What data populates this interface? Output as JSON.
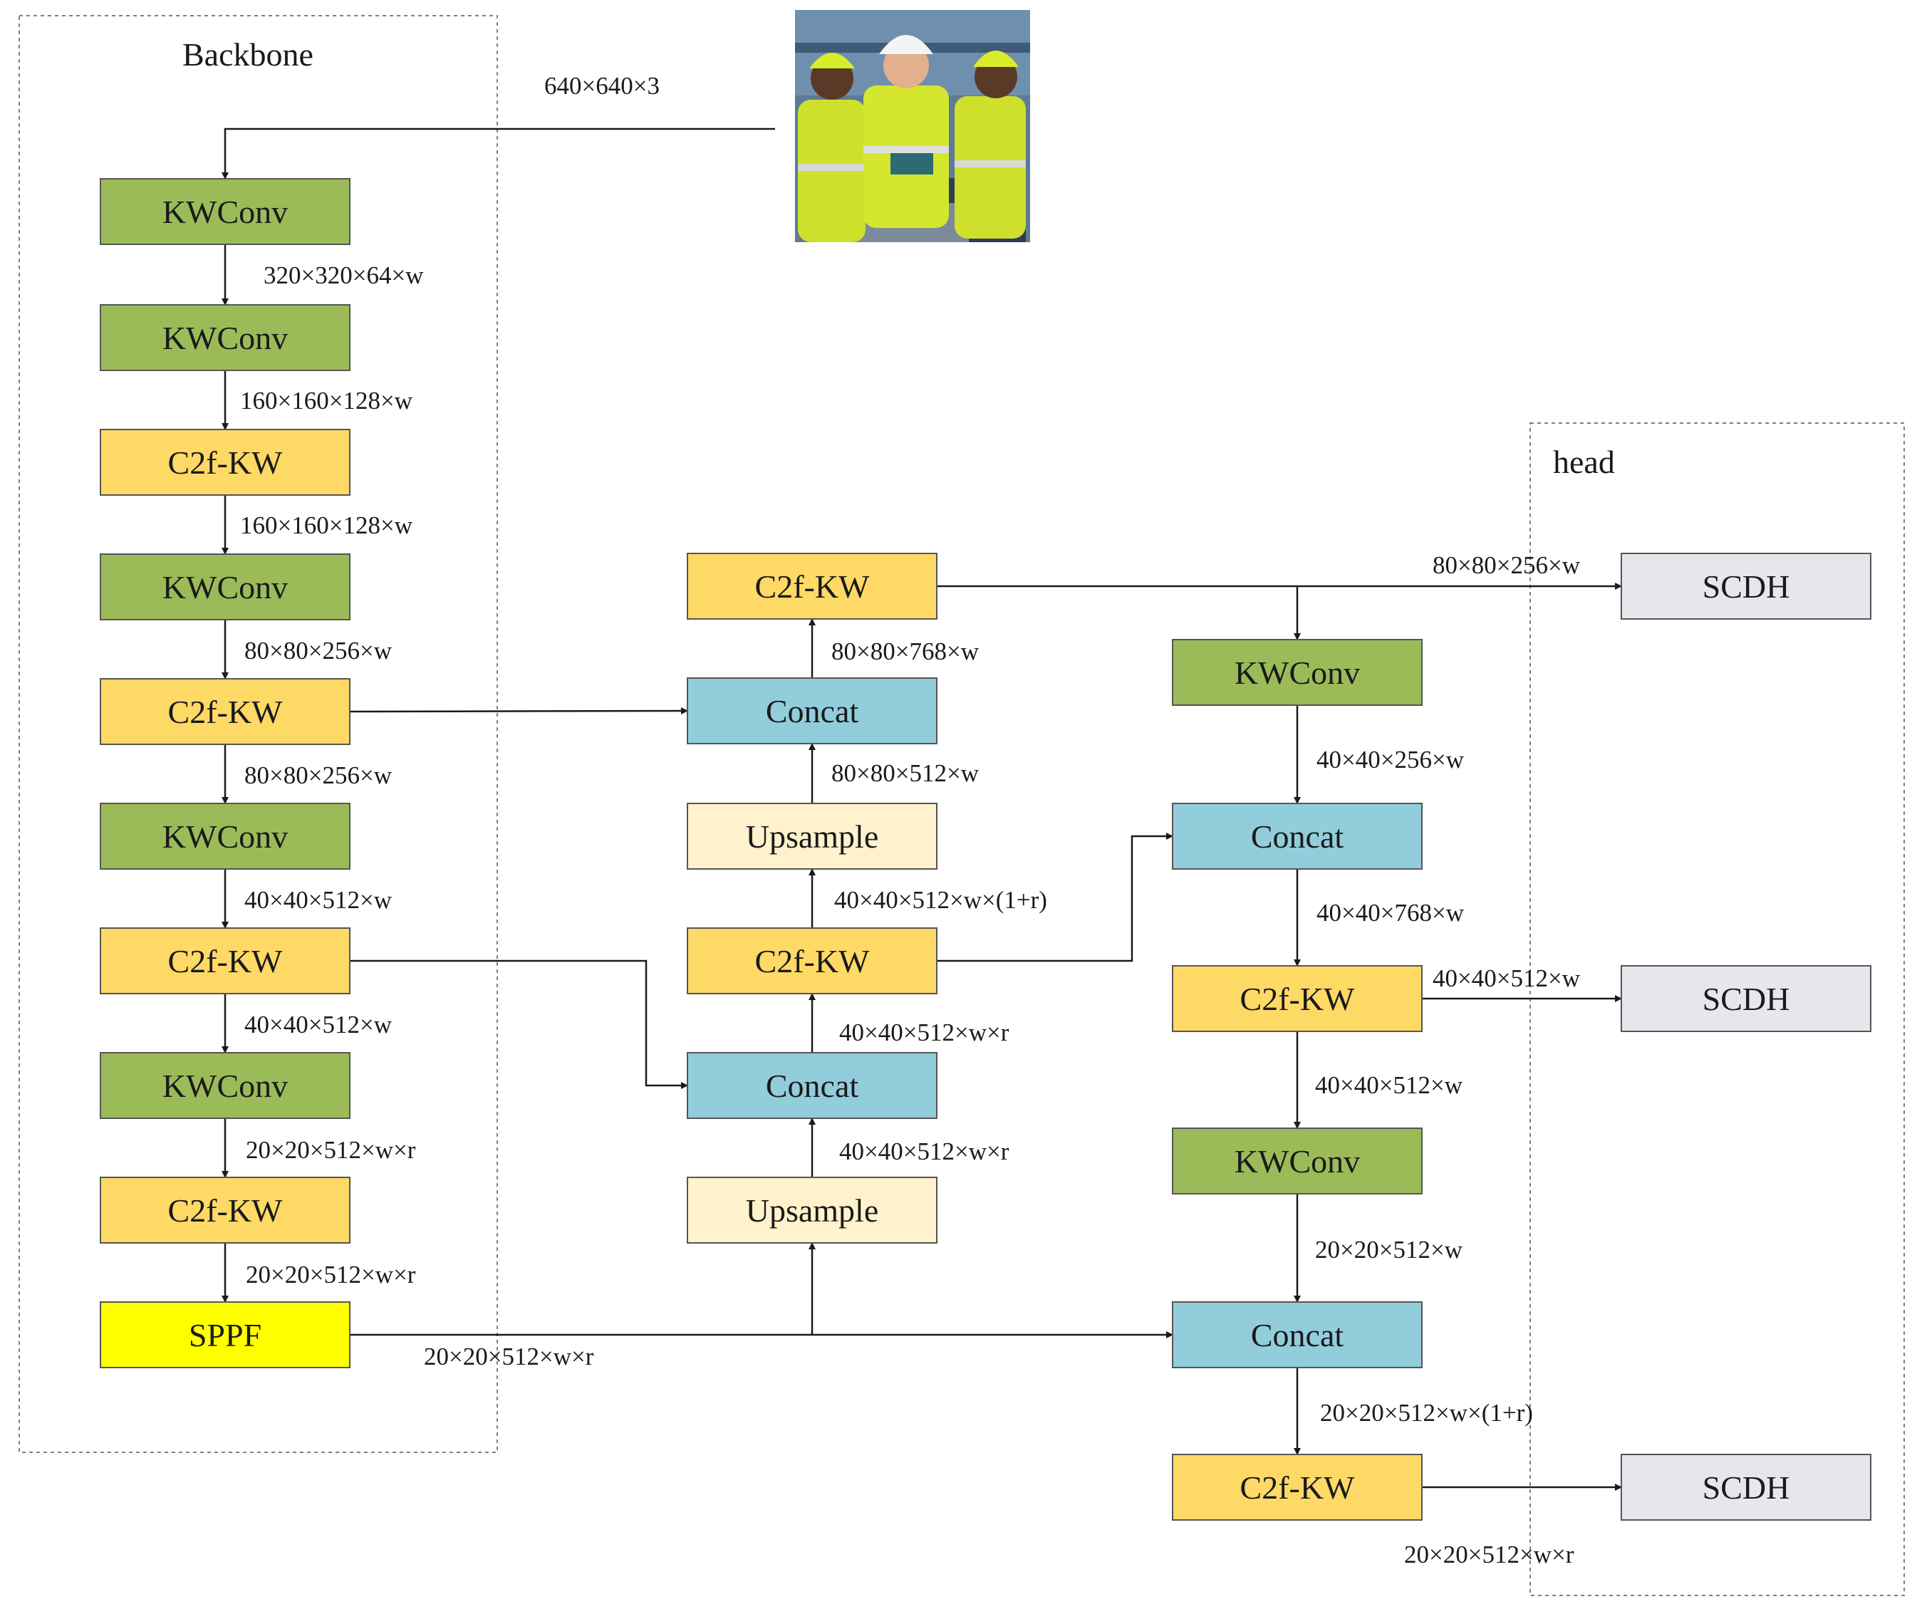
{
  "colors": {
    "kwconv": "#9bbb59",
    "c2f_kw": "#ffd966",
    "concat": "#92cddc",
    "upsample": "#fff2cc",
    "sppf": "#ffff00",
    "scdh": "#e7e6ed",
    "border": "#555555",
    "edge": "#1a1a1a",
    "group_border": "#7f7f7f"
  },
  "groups": [
    {
      "id": "backbone",
      "title": "Backbone"
    },
    {
      "id": "head",
      "title": "head"
    }
  ],
  "input_image": {
    "label": "640×640×3",
    "depicts": "three construction workers wearing hard hats and high-visibility vests"
  },
  "nodes": [
    {
      "id": "b1",
      "label": "KWConv",
      "kind": "kwconv"
    },
    {
      "id": "b2",
      "label": "KWConv",
      "kind": "kwconv"
    },
    {
      "id": "b3",
      "label": "C2f-KW",
      "kind": "c2f_kw"
    },
    {
      "id": "b4",
      "label": "KWConv",
      "kind": "kwconv"
    },
    {
      "id": "b5",
      "label": "C2f-KW",
      "kind": "c2f_kw"
    },
    {
      "id": "b6",
      "label": "KWConv",
      "kind": "kwconv"
    },
    {
      "id": "b7",
      "label": "C2f-KW",
      "kind": "c2f_kw"
    },
    {
      "id": "b8",
      "label": "KWConv",
      "kind": "kwconv"
    },
    {
      "id": "b9",
      "label": "C2f-KW",
      "kind": "c2f_kw"
    },
    {
      "id": "b10",
      "label": "SPPF",
      "kind": "sppf"
    },
    {
      "id": "m1",
      "label": "C2f-KW",
      "kind": "c2f_kw"
    },
    {
      "id": "m2",
      "label": "Concat",
      "kind": "concat"
    },
    {
      "id": "m3",
      "label": "Upsample",
      "kind": "upsample"
    },
    {
      "id": "m4",
      "label": "C2f-KW",
      "kind": "c2f_kw"
    },
    {
      "id": "m5",
      "label": "Concat",
      "kind": "concat"
    },
    {
      "id": "m6",
      "label": "Upsample",
      "kind": "upsample"
    },
    {
      "id": "r1",
      "label": "KWConv",
      "kind": "kwconv"
    },
    {
      "id": "r2",
      "label": "Concat",
      "kind": "concat"
    },
    {
      "id": "r3",
      "label": "C2f-KW",
      "kind": "c2f_kw"
    },
    {
      "id": "r4",
      "label": "KWConv",
      "kind": "kwconv"
    },
    {
      "id": "r5",
      "label": "Concat",
      "kind": "concat"
    },
    {
      "id": "r6",
      "label": "C2f-KW",
      "kind": "c2f_kw"
    },
    {
      "id": "h1",
      "label": "SCDH",
      "kind": "scdh"
    },
    {
      "id": "h2",
      "label": "SCDH",
      "kind": "scdh"
    },
    {
      "id": "h3",
      "label": "SCDH",
      "kind": "scdh"
    }
  ],
  "edge_labels": [
    {
      "id": "e_b1_b2",
      "text": "320×320×64×w"
    },
    {
      "id": "e_b2_b3",
      "text": "160×160×128×w"
    },
    {
      "id": "e_b3_b4",
      "text": "160×160×128×w"
    },
    {
      "id": "e_b4_b5",
      "text": "80×80×256×w"
    },
    {
      "id": "e_b5_b6",
      "text": "80×80×256×w"
    },
    {
      "id": "e_b6_b7",
      "text": "40×40×512×w"
    },
    {
      "id": "e_b7_b8",
      "text": "40×40×512×w"
    },
    {
      "id": "e_b8_b9",
      "text": "20×20×512×w×r"
    },
    {
      "id": "e_b9_b10",
      "text": "20×20×512×w×r"
    },
    {
      "id": "e_sppf_out",
      "text": "20×20×512×w×r"
    },
    {
      "id": "e_m2_m1",
      "text": "80×80×768×w"
    },
    {
      "id": "e_m3_m2",
      "text": "80×80×512×w"
    },
    {
      "id": "e_m4_m3",
      "text": "40×40×512×w×(1+r)"
    },
    {
      "id": "e_m5_m4",
      "text": "40×40×512×w×r"
    },
    {
      "id": "e_m6_m5",
      "text": "40×40×512×w×r"
    },
    {
      "id": "e_m1_h1",
      "text": "80×80×256×w"
    },
    {
      "id": "e_r1_r2",
      "text": "40×40×256×w"
    },
    {
      "id": "e_r2_r3",
      "text": "40×40×768×w"
    },
    {
      "id": "e_r3_h2",
      "text": "40×40×512×w"
    },
    {
      "id": "e_r3_r4",
      "text": "40×40×512×w"
    },
    {
      "id": "e_r4_r5",
      "text": "20×20×512×w"
    },
    {
      "id": "e_r5_r6",
      "text": "20×20×512×w×(1+r)"
    },
    {
      "id": "e_r6_h3",
      "text": "20×20×512×w×r"
    }
  ]
}
